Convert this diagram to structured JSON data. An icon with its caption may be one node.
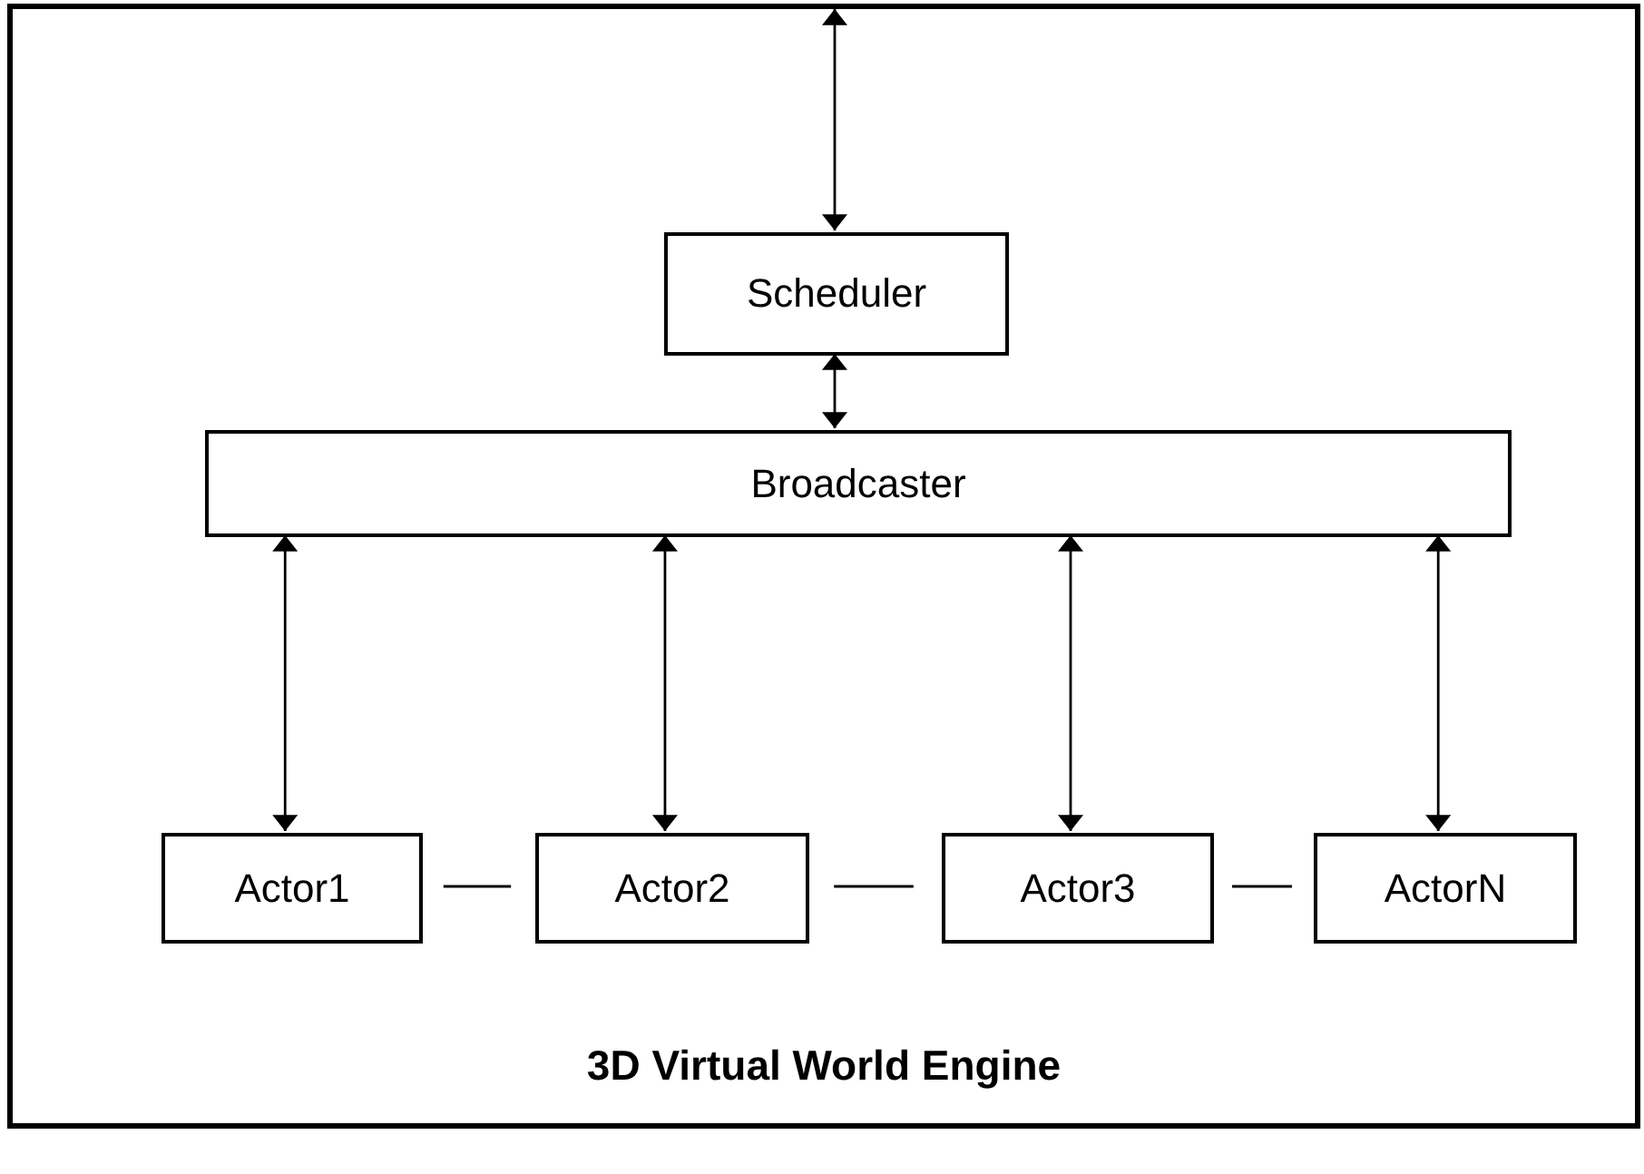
{
  "diagram": {
    "nodes": [
      {
        "text": [
          "3D Virtual World Engine"
        ]
      },
      {
        "text": [
          "Scheduler"
        ],
        "in": 0
      },
      {
        "text": [
          "Broadcaster"
        ],
        "in": 0
      },
      {
        "text": [
          "Actor1"
        ],
        "in": 0
      },
      {
        "text": [
          "Actor2"
        ],
        "in": 0
      },
      {
        "text": [
          "Actor3"
        ],
        "in": 0
      },
      {
        "text": [
          "ActorN"
        ],
        "in": 0
      }
    ],
    "edges": [
      {
        "from": null,
        "to": 1,
        "arrow": "both"
      },
      {
        "from": 1,
        "to": 2,
        "arrow": "both"
      },
      {
        "from": 2,
        "to": 3,
        "arrow": "both"
      },
      {
        "from": 2,
        "to": 4,
        "arrow": "both"
      },
      {
        "from": 2,
        "to": 5,
        "arrow": "both"
      },
      {
        "from": 2,
        "to": 6,
        "arrow": "both"
      },
      {
        "from": 3,
        "to": 4,
        "arrow": "none"
      },
      {
        "from": 4,
        "to": 5,
        "arrow": "none"
      },
      {
        "from": 5,
        "to": 6,
        "arrow": "none"
      }
    ]
  }
}
